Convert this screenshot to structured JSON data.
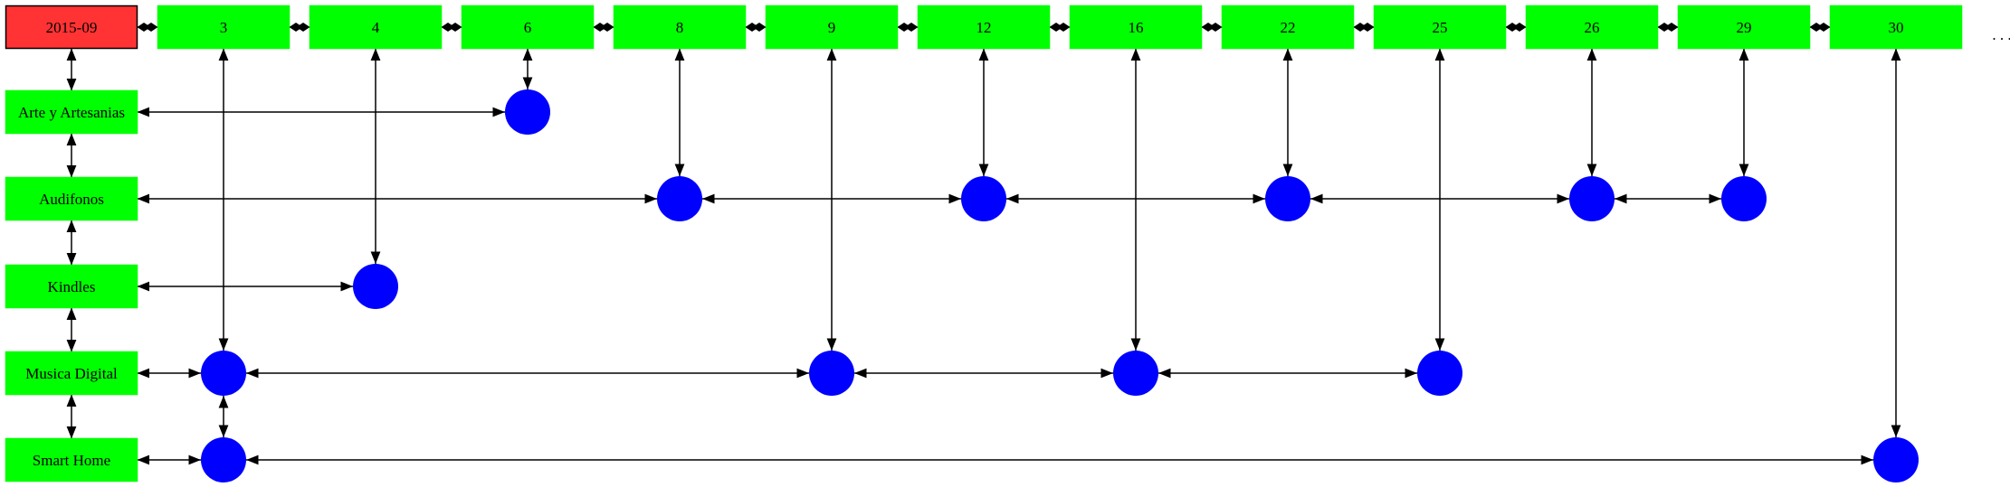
{
  "colors": {
    "month_fill": "#ff3333",
    "header_fill": "#00ff00",
    "row_fill": "#00ff00",
    "dot_fill": "#0000ff",
    "edge": "#000000"
  },
  "month_label": "2015-09",
  "day_labels": [
    "3",
    "4",
    "6",
    "8",
    "9",
    "12",
    "16",
    "22",
    "25",
    "26",
    "29",
    "30"
  ],
  "row_labels": [
    "Arte y Artesanias",
    "Audifonos",
    "Kindles",
    "Musica Digital",
    "Smart Home"
  ],
  "continuation": ". . .",
  "events": [
    {
      "row": 0,
      "days": [
        "6"
      ]
    },
    {
      "row": 1,
      "days": [
        "8",
        "12",
        "22",
        "26",
        "29"
      ]
    },
    {
      "row": 2,
      "days": [
        "4"
      ]
    },
    {
      "row": 3,
      "days": [
        "3",
        "9",
        "16",
        "25"
      ]
    },
    {
      "row": 4,
      "days": [
        "3",
        "30"
      ]
    }
  ]
}
